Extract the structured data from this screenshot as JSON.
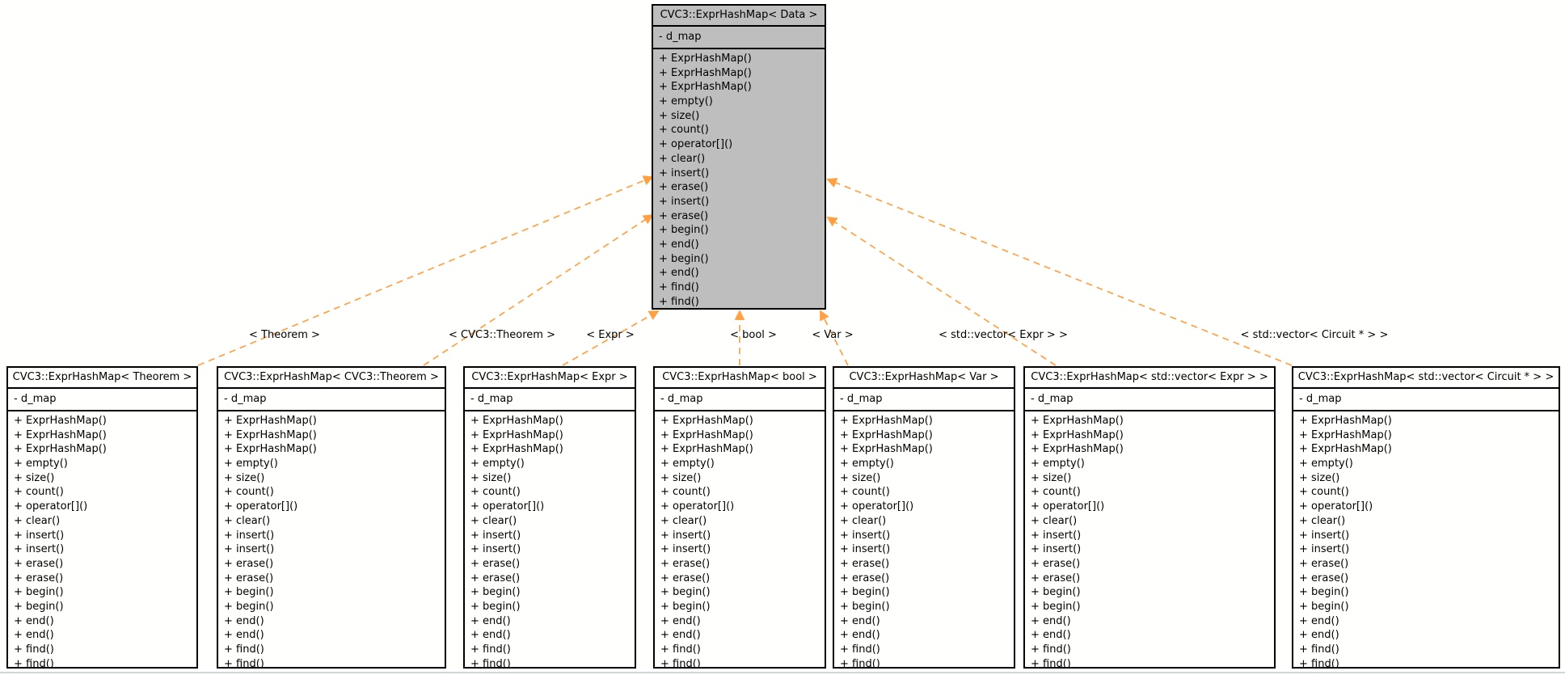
{
  "diagram": {
    "background_color": "#fffffe",
    "edge_color": "#ffa143",
    "parent_fill_color": "#bebebe",
    "child_fill_color": "#fffffe",
    "parent": {
      "title": "CVC3::ExprHashMap< Data >",
      "attribute": "- d_map",
      "methods": [
        "+ ExprHashMap()",
        "+ ExprHashMap()",
        "+ ExprHashMap()",
        "+ empty()",
        "+ size()",
        "+ count()",
        "+ operator[]()",
        "+ clear()",
        "+ insert()",
        "+ erase()",
        "+ insert()",
        "+ erase()",
        "+ begin()",
        "+ end()",
        "+ begin()",
        "+ end()",
        "+ find()",
        "+ find()"
      ]
    },
    "children": [
      {
        "title": "CVC3::ExprHashMap< Theorem >",
        "edge_label": "< Theorem >",
        "attribute": "- d_map",
        "methods": [
          "+ ExprHashMap()",
          "+ ExprHashMap()",
          "+ ExprHashMap()",
          "+ empty()",
          "+ size()",
          "+ count()",
          "+ operator[]()",
          "+ clear()",
          "+ insert()",
          "+ insert()",
          "+ erase()",
          "+ erase()",
          "+ begin()",
          "+ begin()",
          "+ end()",
          "+ end()",
          "+ find()",
          "+ find()"
        ]
      },
      {
        "title": "CVC3::ExprHashMap< CVC3::Theorem >",
        "edge_label": "< CVC3::Theorem >",
        "attribute": "- d_map",
        "methods": [
          "+ ExprHashMap()",
          "+ ExprHashMap()",
          "+ ExprHashMap()",
          "+ empty()",
          "+ size()",
          "+ count()",
          "+ operator[]()",
          "+ clear()",
          "+ insert()",
          "+ insert()",
          "+ erase()",
          "+ erase()",
          "+ begin()",
          "+ begin()",
          "+ end()",
          "+ end()",
          "+ find()",
          "+ find()"
        ]
      },
      {
        "title": "CVC3::ExprHashMap< Expr >",
        "edge_label": "< Expr >",
        "attribute": "- d_map",
        "methods": [
          "+ ExprHashMap()",
          "+ ExprHashMap()",
          "+ ExprHashMap()",
          "+ empty()",
          "+ size()",
          "+ count()",
          "+ operator[]()",
          "+ clear()",
          "+ insert()",
          "+ insert()",
          "+ erase()",
          "+ erase()",
          "+ begin()",
          "+ begin()",
          "+ end()",
          "+ end()",
          "+ find()",
          "+ find()"
        ]
      },
      {
        "title": "CVC3::ExprHashMap< bool >",
        "edge_label": "< bool >",
        "attribute": "- d_map",
        "methods": [
          "+ ExprHashMap()",
          "+ ExprHashMap()",
          "+ ExprHashMap()",
          "+ empty()",
          "+ size()",
          "+ count()",
          "+ operator[]()",
          "+ clear()",
          "+ insert()",
          "+ insert()",
          "+ erase()",
          "+ erase()",
          "+ begin()",
          "+ begin()",
          "+ end()",
          "+ end()",
          "+ find()",
          "+ find()"
        ]
      },
      {
        "title": "CVC3::ExprHashMap< Var >",
        "edge_label": "< Var >",
        "attribute": "- d_map",
        "methods": [
          "+ ExprHashMap()",
          "+ ExprHashMap()",
          "+ ExprHashMap()",
          "+ empty()",
          "+ size()",
          "+ count()",
          "+ operator[]()",
          "+ clear()",
          "+ insert()",
          "+ insert()",
          "+ erase()",
          "+ erase()",
          "+ begin()",
          "+ begin()",
          "+ end()",
          "+ end()",
          "+ find()",
          "+ find()"
        ]
      },
      {
        "title": "CVC3::ExprHashMap< std::vector< Expr > >",
        "edge_label": "< std::vector< Expr > >",
        "attribute": "- d_map",
        "methods": [
          "+ ExprHashMap()",
          "+ ExprHashMap()",
          "+ ExprHashMap()",
          "+ empty()",
          "+ size()",
          "+ count()",
          "+ operator[]()",
          "+ clear()",
          "+ insert()",
          "+ insert()",
          "+ erase()",
          "+ erase()",
          "+ begin()",
          "+ begin()",
          "+ end()",
          "+ end()",
          "+ find()",
          "+ find()"
        ]
      },
      {
        "title": "CVC3::ExprHashMap< std::vector< Circuit * > >",
        "edge_label": "< std::vector< Circuit * > >",
        "attribute": "- d_map",
        "methods": [
          "+ ExprHashMap()",
          "+ ExprHashMap()",
          "+ ExprHashMap()",
          "+ empty()",
          "+ size()",
          "+ count()",
          "+ operator[]()",
          "+ clear()",
          "+ insert()",
          "+ insert()",
          "+ erase()",
          "+ erase()",
          "+ begin()",
          "+ begin()",
          "+ end()",
          "+ end()",
          "+ find()",
          "+ find()"
        ]
      }
    ]
  }
}
